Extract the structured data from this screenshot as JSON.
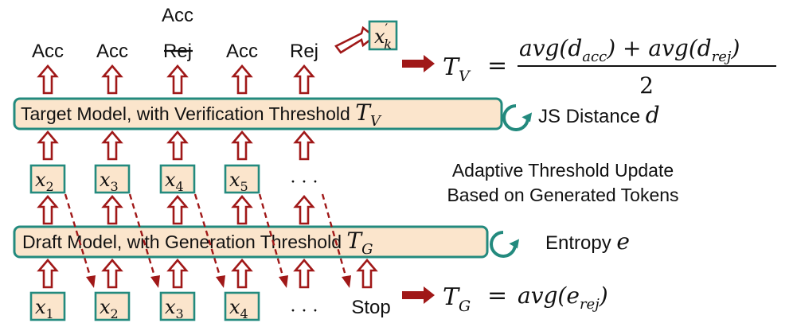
{
  "verification_labels": [
    "Acc",
    "Acc",
    "Rej",
    "Acc",
    "Rej"
  ],
  "corrected_label": "Acc",
  "replacement_token": {
    "base": "x",
    "sup": "′",
    "sub": "k"
  },
  "target_model": {
    "label": "Target Model, with Verification Threshold ",
    "sym": "T",
    "sub": "V"
  },
  "target_loop": {
    "label": "JS Distance ",
    "sym": "d"
  },
  "tv_formula": {
    "lhs": "T",
    "lhs_sub": "V",
    "eq": "=",
    "numerator": {
      "t1": "avg(d",
      "s1": "acc",
      "t2": ") + avg(d",
      "s2": "rej",
      "t3": ")"
    },
    "denominator": "2"
  },
  "middle_tokens": [
    {
      "base": "x",
      "sub": "2"
    },
    {
      "base": "x",
      "sub": "3"
    },
    {
      "base": "x",
      "sub": "4"
    },
    {
      "base": "x",
      "sub": "5"
    }
  ],
  "ellipsis": "· · ·",
  "update_note": [
    "Adaptive Threshold Update",
    "Based on Generated Tokens"
  ],
  "draft_model": {
    "label": "Draft Model, with Generation Threshold ",
    "sym": "T",
    "sub": "G"
  },
  "draft_loop": {
    "label": "Entropy ",
    "sym": "e"
  },
  "input_tokens": [
    {
      "base": "x",
      "sub": "1"
    },
    {
      "base": "x",
      "sub": "2"
    },
    {
      "base": "x",
      "sub": "3"
    },
    {
      "base": "x",
      "sub": "4"
    }
  ],
  "stop_label": "Stop",
  "tg_formula": {
    "lhs": "T",
    "lhs_sub": "G",
    "eq": "=",
    "t1": "avg(e",
    "s1": "rej",
    "t2": ")"
  },
  "colors": {
    "box_fill": "#fbe5cc",
    "box_border": "#238a7e",
    "arrow": "#a01818",
    "text": "#111111"
  }
}
